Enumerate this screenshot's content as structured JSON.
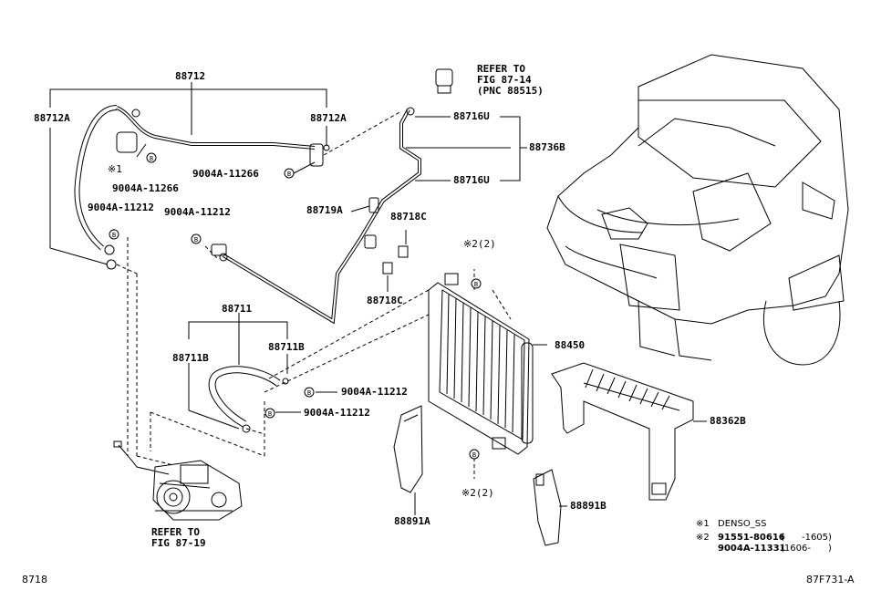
{
  "labels": {
    "p88712": "88712",
    "p88712a_left": "88712A",
    "p88712a_right": "88712A",
    "note1_marker": "※1",
    "b9004_11266_a": "9004A-11266",
    "b9004_11266_b": "9004A-11266",
    "b9004_11212_left": "9004A-11212",
    "b9004_11212_mid": "9004A-11212",
    "refer_fig_87_14": "REFER TO\nFIG 87-14\n(PNC 88515)",
    "p88716u_top": "88716U",
    "p88736b": "88736B",
    "p88716u_bottom": "88716U",
    "p88719a": "88719A",
    "p88718c_top": "88718C",
    "p88718c_bottom": "88718C",
    "note2_top": "※2(2)",
    "p88711": "88711",
    "p88711b_left": "88711B",
    "p88711b_right": "88711B",
    "p88450": "88450",
    "b9004_11212_c": "9004A-11212",
    "b9004_11212_d": "9004A-11212",
    "p88362b": "88362B",
    "note2_bottom": "※2(2)",
    "p88891a": "88891A",
    "p88891b": "88891B",
    "refer_fig_87_19": "REFER TO\nFIG 87-19",
    "bottom_left_code": "8718",
    "bottom_right_code": "87F731-A"
  },
  "notes": {
    "n1_mark": "※1",
    "n1_text": "DENSO_SS",
    "n2_mark": "※2",
    "n2_part1": "91551-80616",
    "n2_range1": "(      -1605)",
    "n2_part2": "9004A-11331",
    "n2_range2": "(1606-      )"
  },
  "callout_marker": "B"
}
